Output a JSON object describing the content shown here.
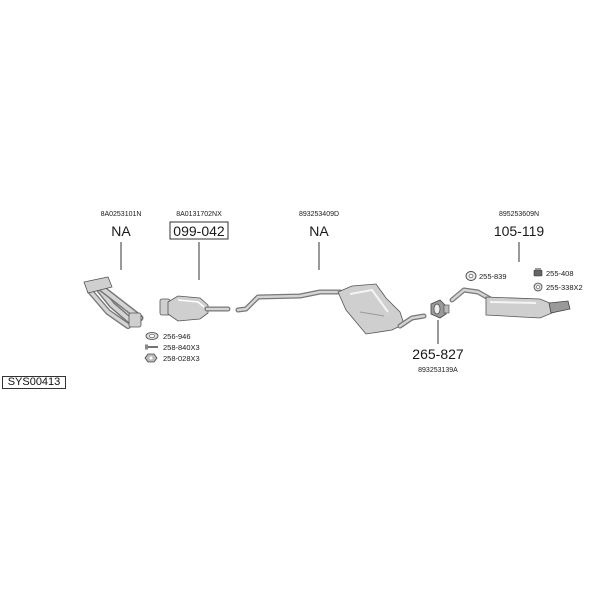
{
  "system_ref": "SYS00413",
  "oem_numbers": {
    "downpipe": "8A0253101N",
    "catalyst": "8A0131702NX",
    "centre": "893253409D",
    "rear": "895253609N",
    "clamp": "893253139A"
  },
  "callouts": {
    "downpipe": "NA",
    "catalyst": "099-042",
    "centre": "NA",
    "rear": "105-119",
    "clamp": "265-827"
  },
  "fittings": {
    "gasket": "256-946",
    "bolt": "258-840X3",
    "nut": "258-028X3",
    "rubber_ring": "255-839",
    "mount": "255-408",
    "hanger": "255-338X2"
  }
}
